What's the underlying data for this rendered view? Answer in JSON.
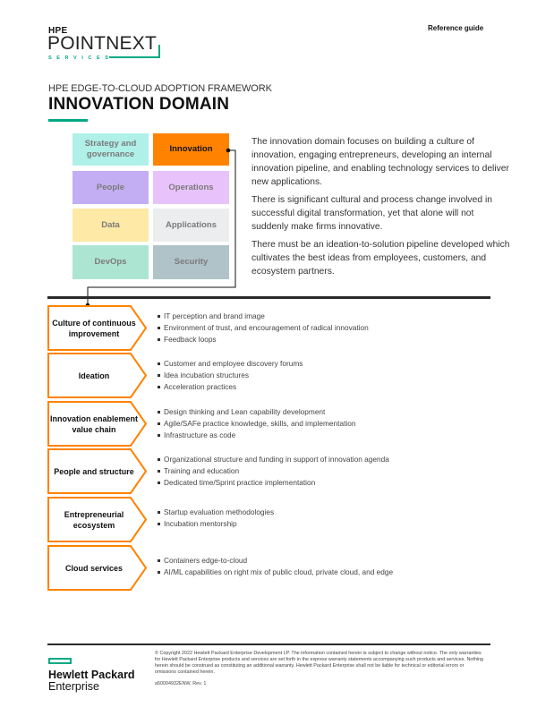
{
  "header": {
    "brand_top": "HPE",
    "brand_main": "POINTNEXT",
    "brand_sub": "SERVICES",
    "doc_type": "Reference guide",
    "subtitle": "HPE EDGE-TO-CLOUD ADOPTION FRAMEWORK",
    "title": "INNOVATION DOMAIN"
  },
  "colors": {
    "accent_green": "#01a982",
    "accent_orange": "#ff8300",
    "divider": "#2a2a2a"
  },
  "domain_grid": [
    {
      "label": "Strategy and governance",
      "bg": "#aff0e8",
      "text_color": "#7a7a7a",
      "selected": false
    },
    {
      "label": "Innovation",
      "bg": "#ff8300",
      "text_color": "#111111",
      "selected": true
    },
    {
      "label": "People",
      "bg": "#c4aef3",
      "text_color": "#7a7a7a",
      "selected": false
    },
    {
      "label": "Operations",
      "bg": "#e8c3fb",
      "text_color": "#7a7a7a",
      "selected": false
    },
    {
      "label": "Data",
      "bg": "#fee9a6",
      "text_color": "#7a7a7a",
      "selected": false
    },
    {
      "label": "Applications",
      "bg": "#ebedee",
      "text_color": "#7a7a7a",
      "selected": false
    },
    {
      "label": "DevOps",
      "bg": "#ade5d3",
      "text_color": "#7a7a7a",
      "selected": false
    },
    {
      "label": "Security",
      "bg": "#b0c3c9",
      "text_color": "#7a7a7a",
      "selected": false
    }
  ],
  "intro": {
    "paragraphs": [
      "The innovation domain focuses on building a culture of innovation, engaging entrepreneurs, developing an internal innovation pipeline, and enabling technology services to deliver new applications.",
      "There is significant cultural and process change involved in successful digital transformation, yet that alone will not suddenly make firms innovative.",
      "There must be an ideation-to-solution pipeline developed which cultivates the best ideas from employees, customers, and ecosystem partners."
    ]
  },
  "capabilities": [
    {
      "label": "Culture of continuous improvement",
      "bullets": [
        "IT perception and brand image",
        "Environment of trust, and encouragement of radical innovation",
        "Feedback loops"
      ]
    },
    {
      "label": "Ideation",
      "bullets": [
        "Customer and employee discovery forums",
        "Idea incubation structures",
        "Acceleration practices"
      ]
    },
    {
      "label": "Innovation enablement value chain",
      "bullets": [
        "Design thinking and Lean capability development",
        "Agile/SAFe practice knowledge, skills, and implementation",
        "Infrastructure as code"
      ]
    },
    {
      "label": "People and structure",
      "bullets": [
        "Organizational structure and funding in support of innovation agenda",
        "Training and education",
        "Dedicated time/Sprint practice implementation"
      ]
    },
    {
      "label": "Entrepreneurial ecosystem",
      "bullets": [
        "Startup evaluation methodologies",
        "Incubation mentorship"
      ]
    },
    {
      "label": "Cloud services",
      "bullets": [
        "Containers edge-to-cloud",
        "AI/ML capabilities on right mix of public cloud, private cloud, and edge"
      ]
    }
  ],
  "footer": {
    "company_line1": "Hewlett Packard",
    "company_line2": "Enterprise",
    "legal": "© Copyright 2022 Hewlett Packard Enterprise Development LP. The information contained herein is subject to change without notice. The only warranties for Hewlett Packard Enterprise products and services are set forth in the express warranty statements accompanying such products and services. Nothing herein should be construed as constituting an additional warranty. Hewlett Packard Enterprise shall not be liable for technical or editorial errors or omissions contained herein.",
    "doc_id": "a50004932ENW, Rev. 1"
  }
}
